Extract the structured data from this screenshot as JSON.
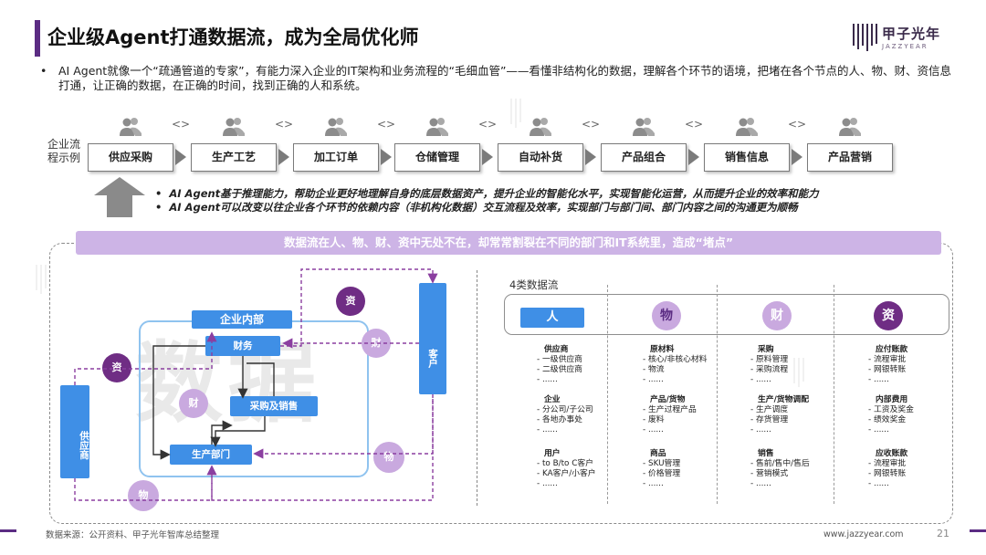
{
  "header": {
    "title": "企业级Agent打通数据流，成为全局优化师",
    "logo_cn": "甲子光年",
    "logo_en": "JAZZYEAR"
  },
  "intro": {
    "bullet": "•",
    "text": "AI Agent就像一个“疏通管道的专家”，有能力深入企业的IT架构和业务流程的“毛细血管”——看懂非结构化的数据，理解各个环节的语境，把堵在各个节点的人、物、财、资信息打通，让正确的数据，在正确的时间，找到正确的人和系统。"
  },
  "flow": {
    "label": "企业流程示例",
    "steps": [
      "供应采购",
      "生产工艺",
      "加工订单",
      "仓储管理",
      "自动补货",
      "产品组合",
      "销售信息",
      "产品营销"
    ],
    "connector_symbol": "<>"
  },
  "bullets": [
    "AI Agent基于推理能力，帮助企业更好地理解自身的底层数据资产，提升企业的智能化水平，实现智能化运营，从而提升企业的效率和能力",
    "AI Agent可以改变以往企业各个环节的依赖内容（非机构化数据）交互流程及效率，实现部门与部门间、部门内容之间的沟通更为顺畅"
  ],
  "bullet_marker": "•",
  "banner": "数据流在人、物、财、资中无处不在，却常常割裂在不同的部门和IT系统里，造成“堵点”",
  "left_diagram": {
    "watermark": "数据",
    "internal_label": "企业内部",
    "finance": "财务",
    "purchase_sales": "采购及销售",
    "production": "生产部门",
    "supplier": "供应商",
    "customer": "客户",
    "circles": {
      "zi_top": "资",
      "cai_right": "财",
      "zi_left": "资",
      "cai_inner": "财",
      "wu_right": "物",
      "wu_bottom": "物"
    }
  },
  "four_flows": {
    "title": "4类数据流",
    "headers": [
      "人",
      "物",
      "财",
      "资"
    ],
    "columns": [
      [
        {
          "head": "供应商",
          "items": [
            "一级供应商",
            "二级供应商",
            "......"
          ]
        },
        {
          "head": "企业",
          "items": [
            "分公司/子公司",
            "各地办事处",
            "......"
          ]
        },
        {
          "head": "用户",
          "items": [
            "to B/to C客户",
            "KA客户/小客户",
            "......"
          ]
        }
      ],
      [
        {
          "head": "原材料",
          "items": [
            "核心/非核心材料",
            "物流",
            "......"
          ]
        },
        {
          "head": "产品/货物",
          "items": [
            "生产过程产品",
            "废料",
            "......"
          ]
        },
        {
          "head": "商品",
          "items": [
            "SKU管理",
            "价格管理",
            "......"
          ]
        }
      ],
      [
        {
          "head": "采购",
          "items": [
            "原料管理",
            "采购流程",
            "......"
          ]
        },
        {
          "head": "生产/货物调配",
          "items": [
            "生产调度",
            "存货管理",
            "......"
          ]
        },
        {
          "head": "销售",
          "items": [
            "售前/售中/售后",
            "营销模式",
            "......"
          ]
        }
      ],
      [
        {
          "head": "应付账款",
          "items": [
            "流程审批",
            "网银转账",
            "......"
          ]
        },
        {
          "head": "内部费用",
          "items": [
            "工资及奖金",
            "绩效奖金",
            "......"
          ]
        },
        {
          "head": "应收账款",
          "items": [
            "流程审批",
            "网银转账",
            "......"
          ]
        }
      ]
    ]
  },
  "footer": {
    "source": "数据来源：公开资料、甲子光年智库总结整理",
    "url": "www.jazzyear.com",
    "page": "21"
  },
  "colors": {
    "accent_purple": "#5b2c83",
    "circle_dark": "#6f2d84",
    "circle_light": "#c9a9df",
    "blue": "#3f8fe6",
    "banner": "#cdb4e6",
    "arrow_dashed": "#8b3fa0"
  }
}
